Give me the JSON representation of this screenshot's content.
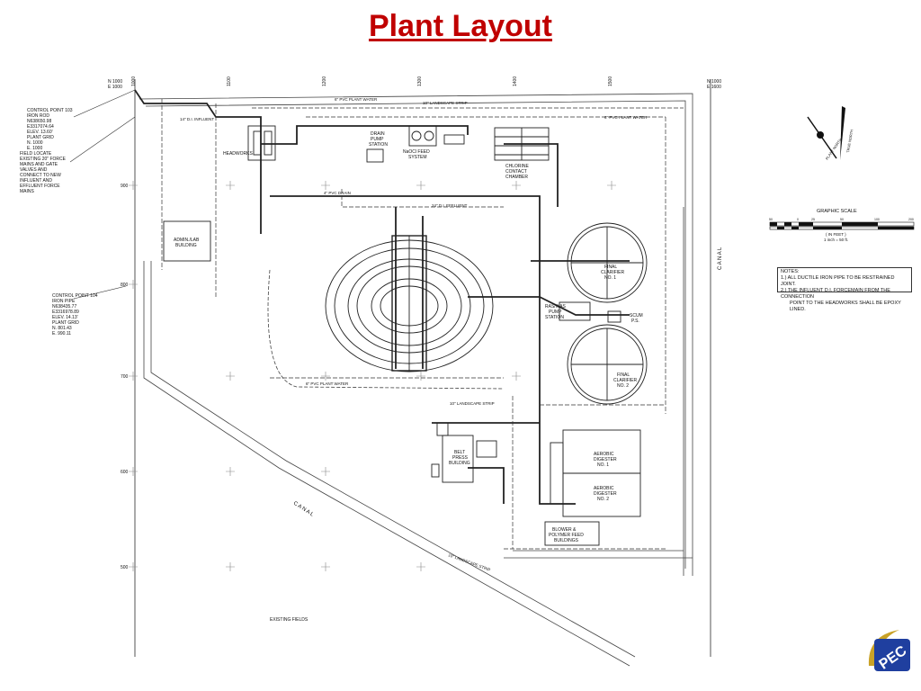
{
  "page": {
    "title": "Plant Layout"
  },
  "grid": {
    "eastings": [
      "1000",
      "1100",
      "1200",
      "1300",
      "1400",
      "1500"
    ],
    "northings": [
      "900",
      "800",
      "700",
      "600",
      "500"
    ],
    "corner_left": [
      "N 1000",
      "E 1000"
    ],
    "corner_right": [
      "N 1000",
      "E 1600"
    ]
  },
  "control_point_103": [
    "CONTROL POINT 103",
    "IRON ROD",
    "N638650.98",
    "E3317074.64",
    "ELEV. 13.60'",
    "PLANT GRID",
    "N. 1000",
    "E. 1000"
  ],
  "field_note": [
    "FIELD LOCATE",
    "EXISTING 20\" FORCE",
    "MAINS AND GATE",
    "VALVES AND",
    "CONNECT TO NEW",
    "INFLUENT AND",
    "EFFLUENT FORCE",
    "MAINS"
  ],
  "control_point_104": [
    "CONTROL POINT 104",
    "IRON PIPE",
    "N638435.77",
    "E3316978.89",
    "ELEV. 14.13'",
    "PLANT GRID",
    "N. 801.43",
    "E. 990.11"
  ],
  "structures": {
    "headworks": "HEADWORKS",
    "drain_pump_station": [
      "DRAIN",
      "PUMP",
      "STATION"
    ],
    "naocl_feed": [
      "NaOCl FEED",
      "SYSTEM"
    ],
    "chlorine_contact": [
      "CHLORINE",
      "CONTACT",
      "CHAMBER"
    ],
    "admin_lab": [
      "ADMIN./LAB",
      "BUILDING"
    ],
    "final_clarifier_1": [
      "FINAL",
      "CLARIFIER",
      "NO. 1"
    ],
    "final_clarifier_2": [
      "FINAL",
      "CLARIFIER",
      "NO. 2"
    ],
    "ras_was": [
      "RAS/WAS",
      "PUMP",
      "STATION"
    ],
    "scum_ps": [
      "SCUM",
      "P.S."
    ],
    "belt_press": [
      "BELT",
      "PRESS",
      "BUILDING"
    ],
    "aerobic_digester_1": [
      "AEROBIC",
      "DIGESTER",
      "NO. 1"
    ],
    "aerobic_digester_2": [
      "AEROBIC",
      "DIGESTER",
      "NO. 2"
    ],
    "blower_building": [
      "BLOWER &",
      "POLYMER FEED",
      "BUILDINGS"
    ],
    "existing_fields": "EXISTING FIELDS",
    "canal": "C A N A L"
  },
  "pipe_labels": [
    "6\" PVC PLANT WATER",
    "10\" LANDSCAPE STRIP",
    "6\" PVC PLANT WATER",
    "24\" D.I. EFFLUENT",
    "4\" PVC DRAIN",
    "14\" D.I. INFLUENT",
    "6\" PVC PLANT WATER",
    "10\" LANDSCAPE STRIP",
    "10\" LANDSCAPE STRIP"
  ],
  "scale": {
    "title": "GRAPHIC SCALE",
    "ticks": [
      "50",
      "0",
      "25",
      "50",
      "100",
      "200"
    ],
    "units": [
      "( IN FEET )",
      "1 inch = 50 ft."
    ]
  },
  "north_arrow": {
    "label": "TRUE NORTH",
    "plant": "PLANT NORTH"
  },
  "notes": [
    "NOTES:",
    "1.) ALL DUCTILE IRON PIPE TO BE RESTRAINED JOINT.",
    "2.) THE INFLUENT D.I. FORCEMAIN FROM THE CONNECTION",
    "POINT TO THE HEADWORKS SHALL BE EPOXY LINED."
  ],
  "logo": {
    "text": "PEC"
  },
  "colors": {
    "title": "#c00000",
    "ink": "#222222",
    "logo_blue": "#1f3f9f",
    "logo_gold": "#c9a227"
  }
}
